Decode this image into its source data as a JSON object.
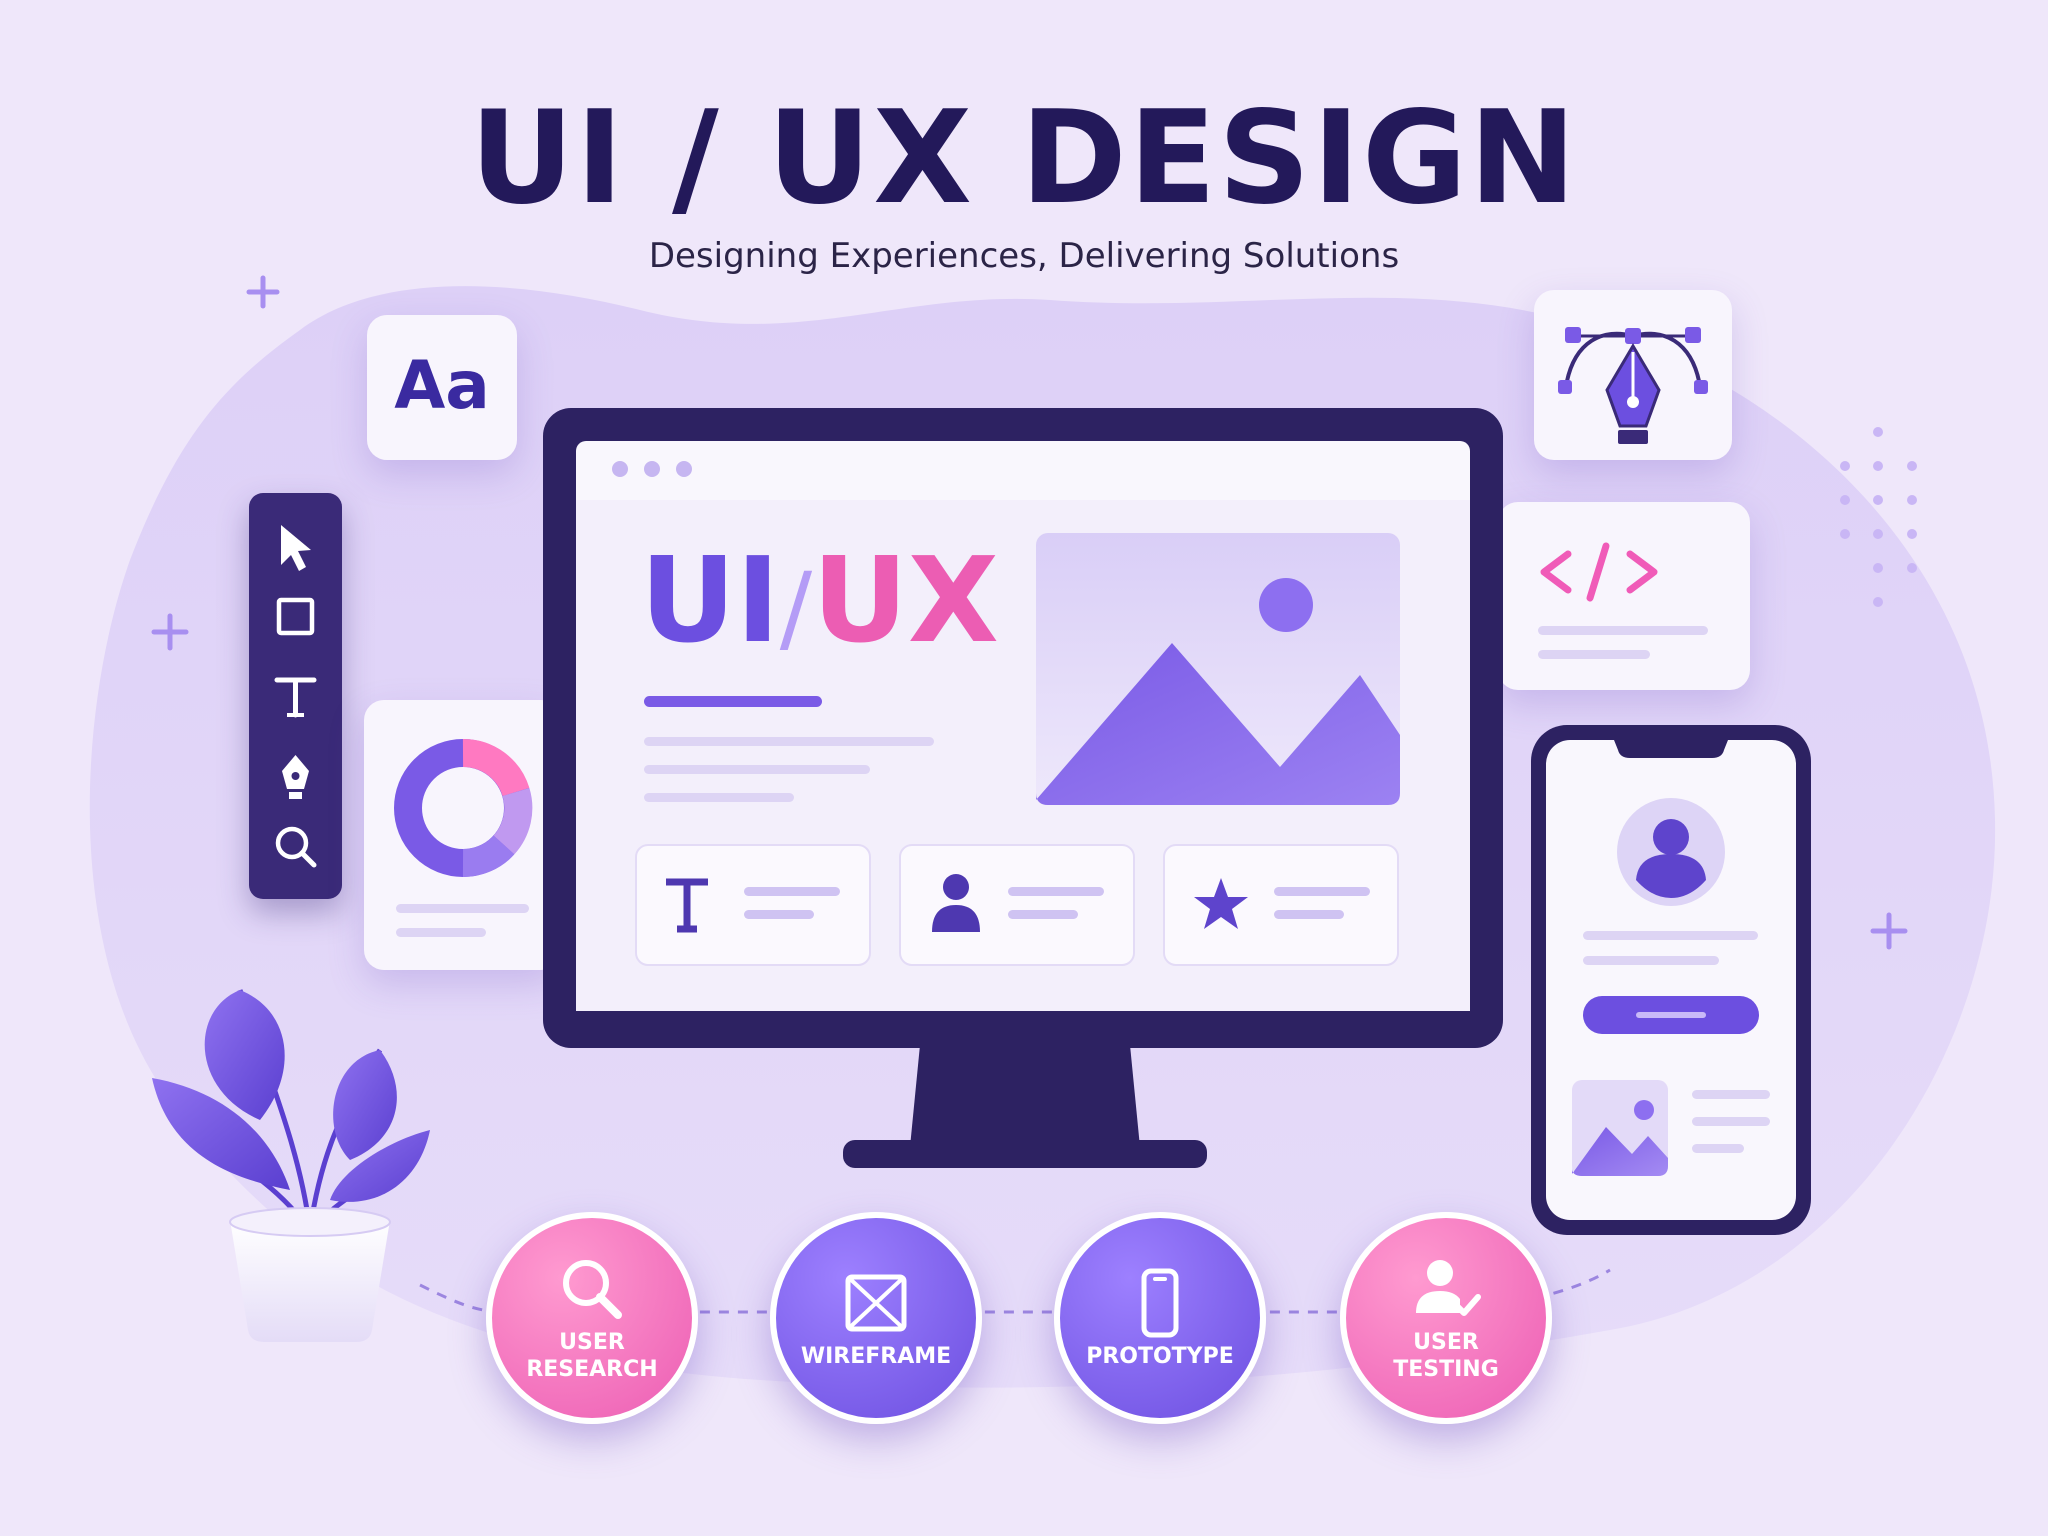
{
  "header": {
    "title": "UI / UX DESIGN",
    "subtitle": "Designing Experiences, Delivering Solutions"
  },
  "cards": {
    "typography_label": "Aa"
  },
  "screen": {
    "headline_part1": "UI",
    "headline_separator": "/",
    "headline_part2": "UX"
  },
  "toolbar": {
    "tools": [
      "cursor-icon",
      "rectangle-icon",
      "text-icon",
      "pen-icon",
      "search-icon"
    ]
  },
  "process": {
    "steps": [
      {
        "line1": "USER",
        "line2": "RESEARCH",
        "icon": "search-icon",
        "color": "#ec5db3"
      },
      {
        "line1": "WIREFRAME",
        "line2": "",
        "icon": "wireframe-icon",
        "color": "#6c4fe0"
      },
      {
        "line1": "PROTOTYPE",
        "line2": "",
        "icon": "phone-icon",
        "color": "#6c4fe0"
      },
      {
        "line1": "USER",
        "line2": "TESTING",
        "icon": "user-check-icon",
        "color": "#ec5db3"
      }
    ]
  },
  "colors": {
    "navy": "#23195a",
    "purple": "#6c4fe0",
    "pink": "#ec5db3",
    "background": "#efe7fa"
  }
}
